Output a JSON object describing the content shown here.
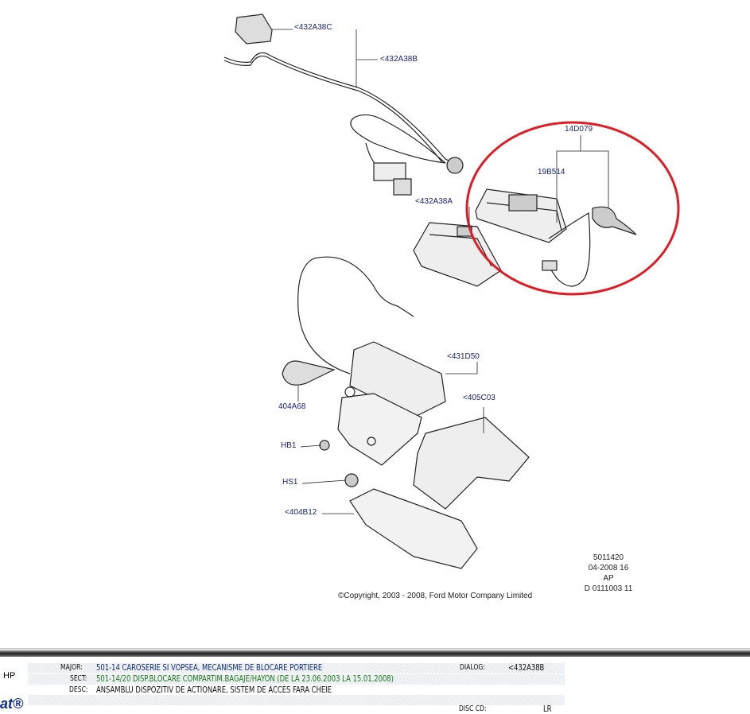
{
  "diagram": {
    "callouts": [
      "<432A38C",
      "<432A38B",
      "14D079",
      "19B514",
      "<432A38A",
      "<431D50",
      "<405C03",
      "404A68",
      "HB1",
      "HS1",
      "<404B12"
    ],
    "meta": [
      "5011420",
      "04-2008 16",
      "AP",
      "D 0111003 11"
    ],
    "copyright": "©Copyright, 2003 - 2008, Ford Motor Company Limited",
    "highlight_color": "#e01b24"
  },
  "info": {
    "side_label": "HP",
    "logo": "at®",
    "major_key": "MAJOR:",
    "major_value": "501-14  CAROSERIE SI VOPSEA, MECANISME DE BLOCARE PORTIERE",
    "dialog_key": "DIALOG:",
    "dialog_value": "<432A38B",
    "sect_key": "SECT:",
    "sect_value": "501-14/20  DISP.BLOCARE COMPARTIM.BAGAJE/HAYON (DE LA 23.06.2003 LA 15.01.2008)",
    "desc_key": "DESC:",
    "desc_value": "ANSAMBLU DISPOZITIV DE ACTIONARE, SISTEM DE ACCES FARA CHEIE",
    "disc_key": "DISC CD:",
    "disc_value": "LR"
  }
}
